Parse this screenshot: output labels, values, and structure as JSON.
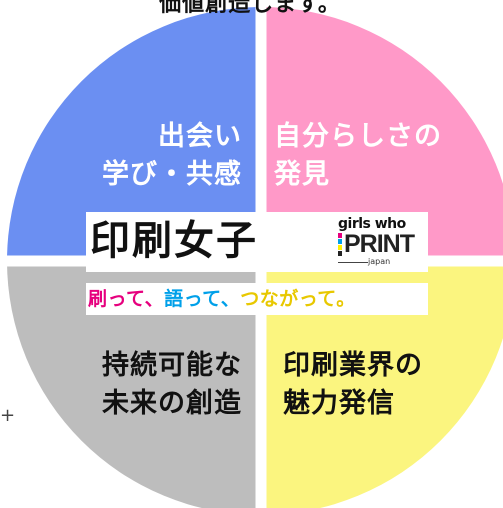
{
  "top_caption": "価値創造します。",
  "margin_mark": "+",
  "quadrants": [
    {
      "lines": [
        "出会い",
        "学び・共感"
      ],
      "color": "#6b8ff2"
    },
    {
      "lines": [
        "自分らしさの",
        "発見"
      ],
      "color": "#ff99c8"
    },
    {
      "lines": [
        "持続可能な",
        "未来の創造"
      ],
      "color": "#bdbdbd"
    },
    {
      "lines": [
        "印刷業界の",
        "魅力発信"
      ],
      "color": "#fbf57f"
    }
  ],
  "center": {
    "title": "印刷女子",
    "logo": {
      "line1": "girls who",
      "line2": "PRINT",
      "line3": "japan",
      "stripe_colors": [
        "#e6007e",
        "#00a0e9",
        "#fff100",
        "#222222"
      ]
    },
    "tagline": [
      {
        "text": "刷って、",
        "color": "#e6007e"
      },
      {
        "text": "語って、",
        "color": "#00a0e9"
      },
      {
        "text": "つながって。",
        "color": "#e8c800"
      }
    ]
  }
}
